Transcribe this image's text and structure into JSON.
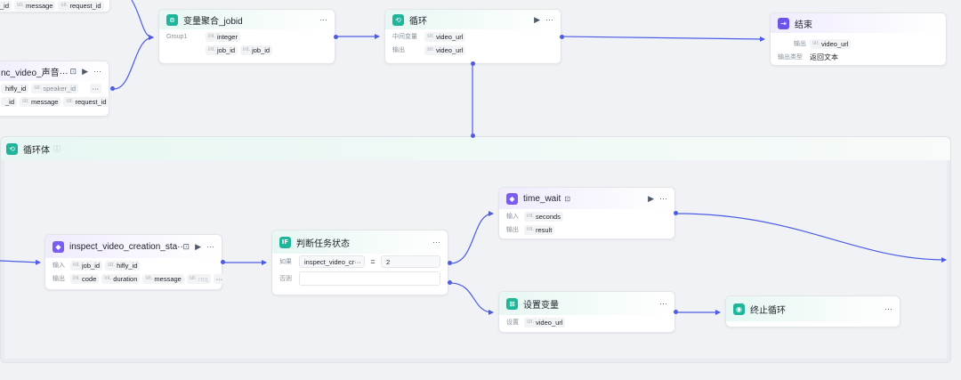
{
  "nodes": {
    "top_left": {
      "tags": [
        {
          "type": "",
          "name": "_id"
        },
        {
          "type": "str.",
          "name": "message"
        },
        {
          "type": "str.",
          "name": "request_id"
        }
      ]
    },
    "speech": {
      "title": "nc_video_声音···",
      "icons": {
        "doc": "doc-icon",
        "run": "▶",
        "more": "···"
      },
      "row1": [
        {
          "type": "",
          "name": "hifly_id"
        },
        {
          "type": "str.",
          "name": "speaker_id"
        }
      ],
      "row1_more": "···",
      "row2": [
        {
          "type": "",
          "name": "_id"
        },
        {
          "type": "str.",
          "name": "message"
        },
        {
          "type": "str.",
          "name": "request_id"
        }
      ]
    },
    "agg": {
      "title": "变量聚合_jobid",
      "more": "···",
      "group_label": "Group1",
      "group_type": {
        "type": "int.",
        "name": "integer"
      },
      "items": [
        {
          "type": "int.",
          "name": "job_id"
        },
        {
          "type": "int.",
          "name": "job_id"
        }
      ]
    },
    "loop": {
      "title": "循环",
      "run": "▶",
      "more": "···",
      "mid_label": "中间变量",
      "mid_tag": {
        "type": "str.",
        "name": "video_url"
      },
      "out_label": "输出",
      "out_tag": {
        "type": "str.",
        "name": "video_url"
      }
    },
    "end": {
      "title": "结束",
      "out_label": "输出",
      "out_tag": {
        "type": "str.",
        "name": "video_url"
      },
      "type_label": "输出类型",
      "type_value": "返回文本"
    },
    "loop_body": {
      "title": "循环体",
      "info": "ⓘ"
    },
    "inspect": {
      "title": "inspect_video_creation_sta···",
      "run": "▶",
      "more": "···",
      "in_label": "输入",
      "in_tags": [
        {
          "type": "int.",
          "name": "job_id"
        },
        {
          "type": "str.",
          "name": "hifly_id"
        }
      ],
      "out_label": "输出",
      "out_tags": [
        {
          "type": "int.",
          "name": "code"
        },
        {
          "type": "int.",
          "name": "duration"
        },
        {
          "type": "str.",
          "name": "message"
        },
        {
          "type": "str.",
          "name": "req"
        }
      ],
      "out_more": "···"
    },
    "judge": {
      "title": "判断任务状态",
      "icon_text": "IF",
      "more": "···",
      "if_label": "如果",
      "cond_left": "inspect_video_cr···",
      "cond_op": "=",
      "cond_right": "2",
      "else_label": "否则"
    },
    "time_wait": {
      "title": "time_wait",
      "run": "▶",
      "more": "···",
      "in_label": "输入",
      "in_tag": {
        "type": "int.",
        "name": "seconds"
      },
      "out_label": "输出",
      "out_tag": {
        "type": "int.",
        "name": "result"
      }
    },
    "setvar": {
      "title": "设置变量",
      "more": "···",
      "set_label": "设置",
      "set_tag": {
        "type": "str.",
        "name": "video_url"
      }
    },
    "stop": {
      "title": "终止循环",
      "more": "···"
    }
  },
  "colors": {
    "edge": "#4d5ce6",
    "teal": "#1fb59a",
    "purple": "#6b54ea"
  }
}
